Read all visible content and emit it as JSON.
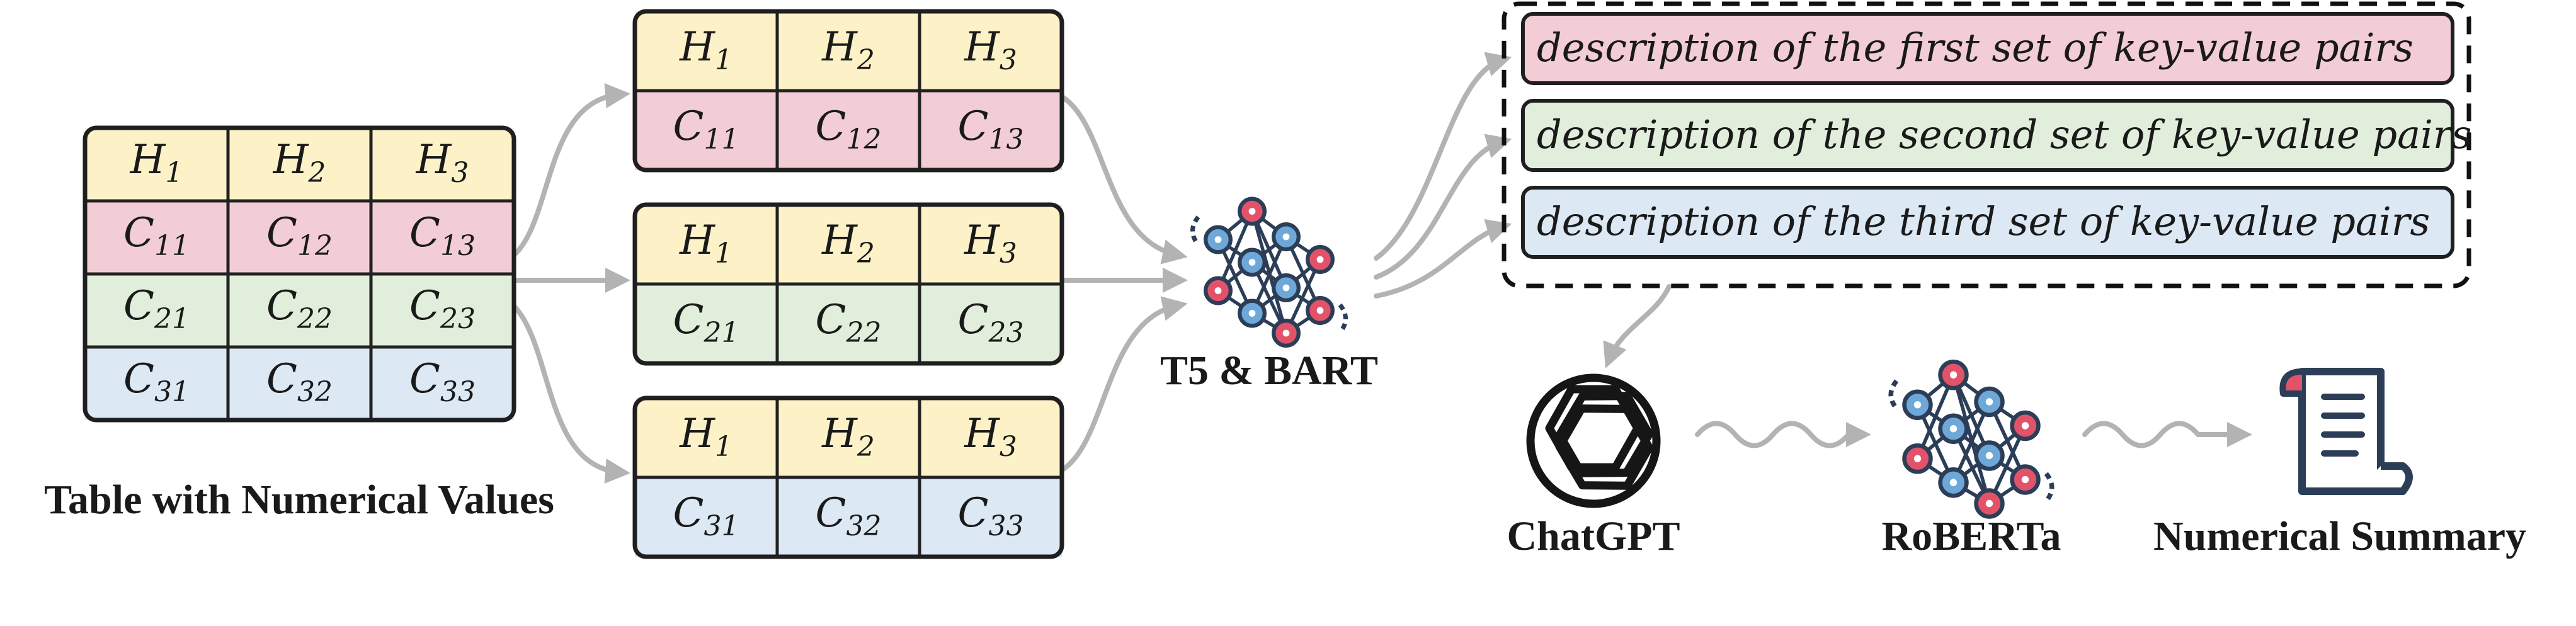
{
  "colors": {
    "header_row": "#fdf1c8",
    "row1": "#f3cdd6",
    "row2": "#e1eedb",
    "row3": "#dce8f4",
    "arrow": "#b3b3b3",
    "outline": "#1f1f1f",
    "net_blue": "#6ea8d8",
    "net_red": "#e2536a",
    "net_dark": "#2c3e57"
  },
  "main_table": {
    "caption": "Table with Numerical Values",
    "header": [
      "H1",
      "H2",
      "H3"
    ],
    "rows": [
      [
        "C11",
        "C12",
        "C13"
      ],
      [
        "C21",
        "C22",
        "C23"
      ],
      [
        "C31",
        "C32",
        "C33"
      ]
    ]
  },
  "sub_tables": [
    {
      "header": [
        "H1",
        "H2",
        "H3"
      ],
      "row": [
        "C11",
        "C12",
        "C13"
      ]
    },
    {
      "header": [
        "H1",
        "H2",
        "H3"
      ],
      "row": [
        "C21",
        "C22",
        "C23"
      ]
    },
    {
      "header": [
        "H1",
        "H2",
        "H3"
      ],
      "row": [
        "C31",
        "C32",
        "C33"
      ]
    }
  ],
  "generator": {
    "label": "T5 & BART",
    "icon": "neural-network-icon"
  },
  "descriptions": [
    "description of the first set of key-value pairs",
    "description of the second set of key-value pairs",
    "description of the third set of key-value pairs"
  ],
  "pipeline": [
    {
      "label": "ChatGPT",
      "icon": "openai-logo-icon"
    },
    {
      "label": "RoBERTa",
      "icon": "neural-network-icon"
    },
    {
      "label": "Numerical Summary",
      "icon": "scroll-icon"
    }
  ]
}
